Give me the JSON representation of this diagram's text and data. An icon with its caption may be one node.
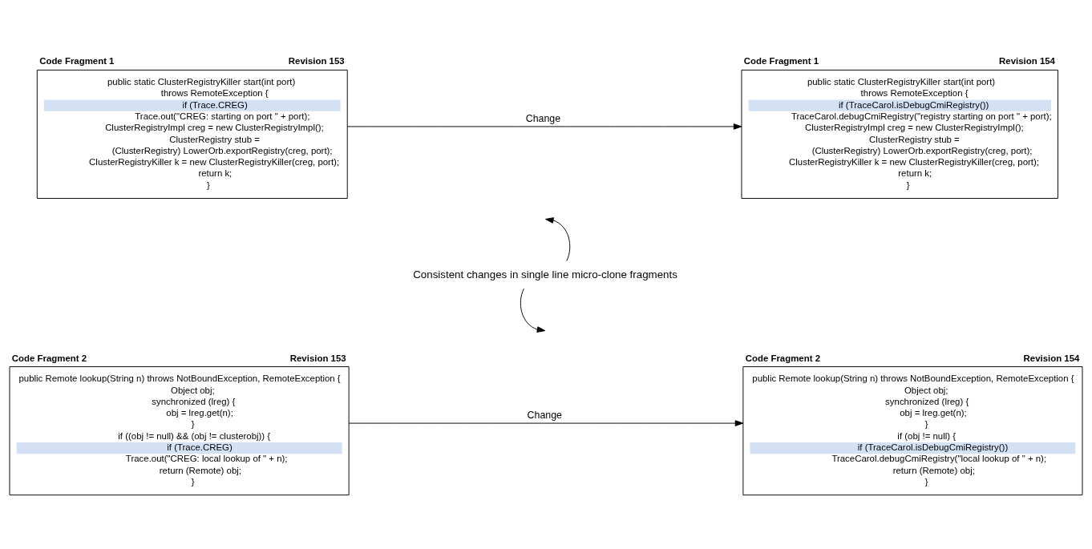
{
  "diagram": {
    "nodes": [
      {
        "text": [
          "Code Fragment 1",
          "Revision 153",
          "public static ClusterRegistryKiller start(int port)",
          "throws RemoteException {",
          "if (Trace.CREG)",
          "Trace.out(\"CREG: starting on port \" + port);",
          "ClusterRegistryImpl creg = new ClusterRegistryImpl();",
          "ClusterRegistry stub =",
          "(ClusterRegistry) LowerOrb.exportRegistry(creg, port);",
          "ClusterRegistryKiller k = new ClusterRegistryKiller(creg, port);",
          "return k;",
          "}"
        ]
      },
      {
        "text": [
          "Code Fragment 1",
          "Revision 154",
          "public static ClusterRegistryKiller start(int port)",
          "throws RemoteException {",
          "if (TraceCarol.isDebugCmiRegistry())",
          "TraceCarol.debugCmiRegistry(\"registry starting on port \" + port);",
          "ClusterRegistryImpl creg = new ClusterRegistryImpl();",
          "ClusterRegistry stub =",
          "(ClusterRegistry) LowerOrb.exportRegistry(creg, port);",
          "ClusterRegistryKiller k = new ClusterRegistryKiller(creg, port);",
          "return k;",
          "}"
        ]
      },
      {
        "text": [
          "Consistent changes in single line micro-clone fragments"
        ]
      },
      {
        "text": [
          "Code Fragment 2",
          "Revision 153",
          "public Remote lookup(String n) throws NotBoundException, RemoteException {",
          "Object obj;",
          "synchronized (lreg) {",
          "obj = lreg.get(n);",
          "}",
          "if ((obj != null) && (obj != clusterobj)) {",
          "if (Trace.CREG)",
          "Trace.out(\"CREG: local lookup of \" + n);",
          "return (Remote) obj;",
          "}"
        ]
      },
      {
        "text": [
          "Code Fragment 2",
          "Revision 154",
          "public Remote lookup(String n) throws NotBoundException, RemoteException {",
          "Object obj;",
          "synchronized (lreg) {",
          "obj = lreg.get(n);",
          "}",
          "if (obj != null) {",
          "if (TraceCarol.isDebugCmiRegistry())",
          "TraceCarol.debugCmiRegistry(\"local lookup of \" + n);",
          "return (Remote) obj;",
          "}"
        ]
      }
    ],
    "edges": [
      {
        "from": 0,
        "to": 1,
        "arrow": "to",
        "label": "Change"
      },
      {
        "from": 3,
        "to": 4,
        "arrow": "to",
        "label": "Change"
      },
      {
        "from": 2,
        "to": null,
        "arrow": "to"
      },
      {
        "from": 2,
        "to": null,
        "arrow": "to"
      }
    ]
  }
}
